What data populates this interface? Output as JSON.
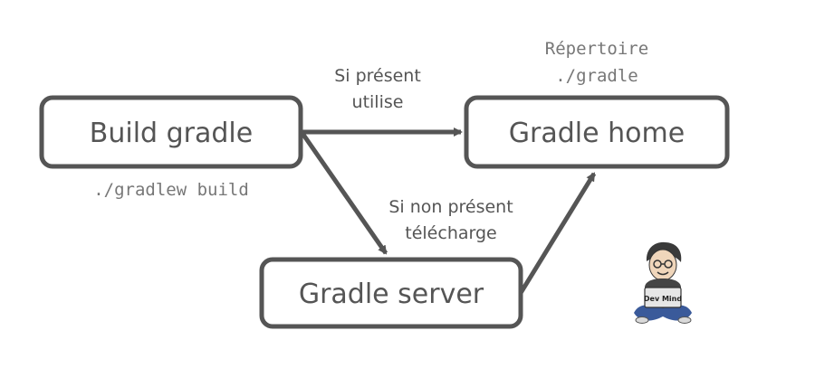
{
  "nodes": {
    "build": {
      "label": "Build gradle",
      "command": "./gradlew build"
    },
    "home": {
      "label": "Gradle home",
      "location_line1": "Répertoire",
      "location_line2": "./gradle"
    },
    "server": {
      "label": "Gradle server"
    }
  },
  "edges": {
    "build_to_home": {
      "line1": "Si présent",
      "line2": "utilise"
    },
    "build_to_server": {
      "line1": "Si non présent",
      "line2": "télécharge"
    }
  },
  "logo": {
    "text": "Dev Mind"
  },
  "colors": {
    "stroke": "#555555",
    "text": "#555555",
    "mono_text": "#777777",
    "background": "#ffffff"
  }
}
